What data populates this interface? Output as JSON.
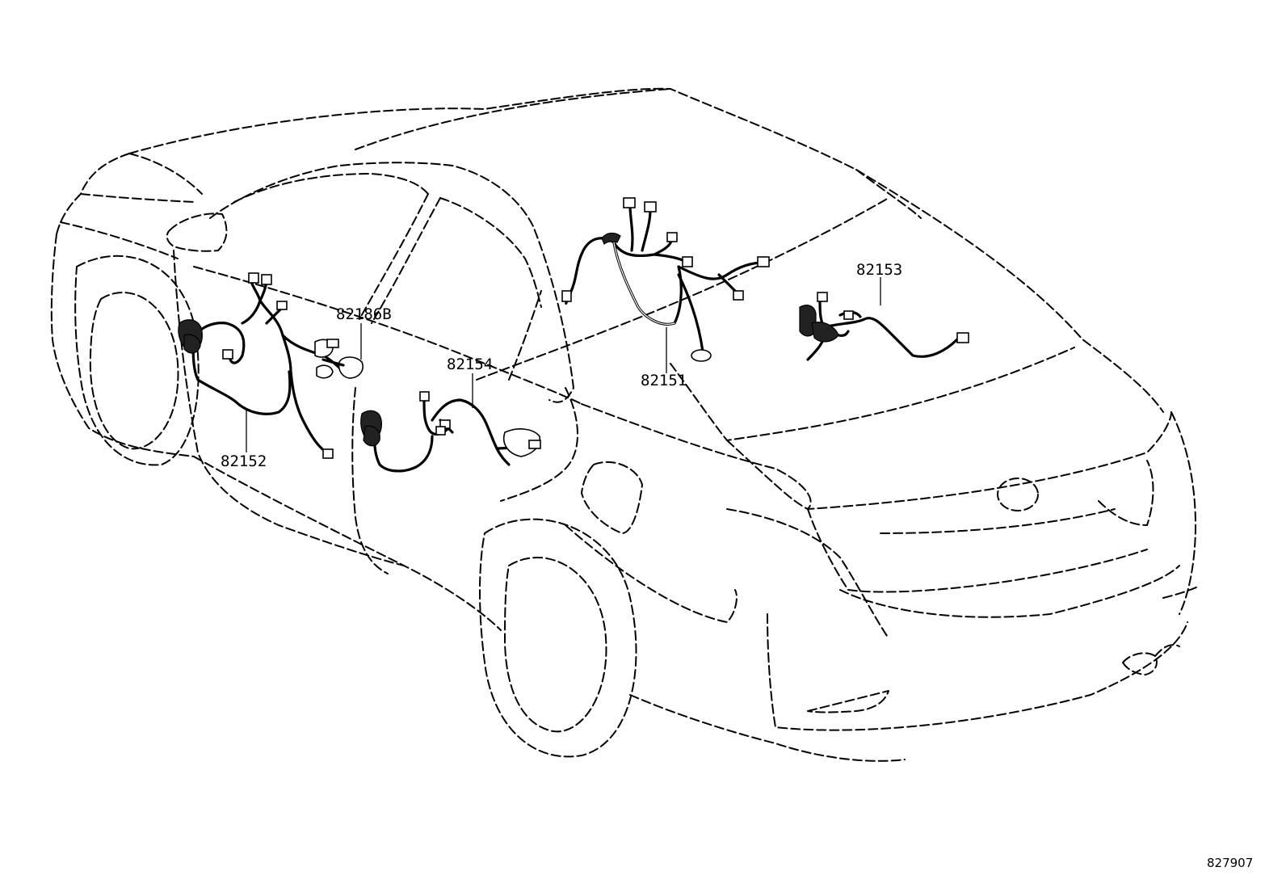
{
  "callouts": [
    {
      "id": "82153",
      "text": "82153"
    },
    {
      "id": "82186B",
      "text": "82186B"
    },
    {
      "id": "82154",
      "text": "82154"
    },
    {
      "id": "82151",
      "text": "82151"
    },
    {
      "id": "82152",
      "text": "82152"
    }
  ],
  "diagram_code": "827907"
}
